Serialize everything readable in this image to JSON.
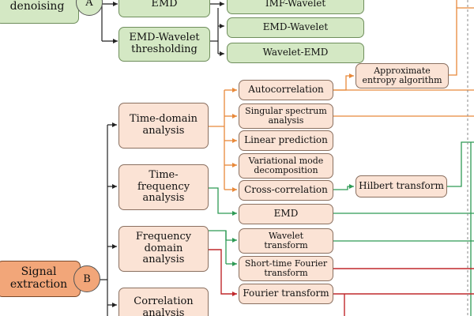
{
  "sections": {
    "a": {
      "title": "denoising",
      "badge": "A",
      "methods": [
        {
          "label": "EMD",
          "variants": [
            "IMF-Wavelet"
          ]
        },
        {
          "label": "EMD-Wavelet thresholding",
          "variants": [
            "EMD-Wavelet",
            "Wavelet-EMD"
          ]
        }
      ]
    },
    "b": {
      "title": "Signal extraction",
      "badge": "B",
      "analyses": [
        {
          "label": "Time-domain analysis"
        },
        {
          "label": "Time-frequency analysis"
        },
        {
          "label": "Frequency domain analysis"
        },
        {
          "label": "Correlation analysis"
        }
      ],
      "methods": [
        "Autocorrelation",
        "Singular spectrum analysis",
        "Linear prediction",
        "Variational mode decomposition",
        "Cross-correlation",
        "EMD",
        "Wavelet transform",
        "Short-time Fourier transform",
        "Fourier transform"
      ],
      "downstream": [
        "Approximate entropy algorithm",
        "Hilbert transform"
      ]
    }
  },
  "colors": {
    "green_box": "#d4e8c4",
    "peach_box": "#fbe3d5",
    "orange_box": "#f2a679",
    "orange_line": "#e8893a",
    "green_line": "#2e9a55",
    "red_line": "#c0282c",
    "black_line": "#222222"
  }
}
